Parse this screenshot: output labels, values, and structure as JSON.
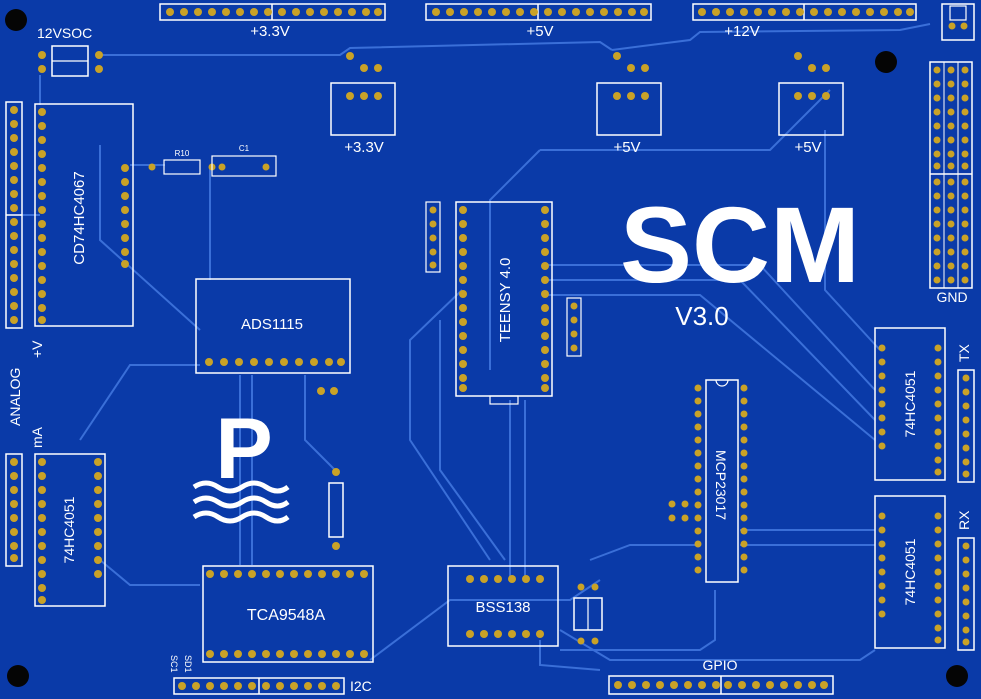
{
  "board": {
    "title": "SCM",
    "version": "V3.0",
    "colors": {
      "board": "#0a3aa8",
      "trace": "#3a6fd8",
      "silk": "#ffffff",
      "pad": "#c9a227",
      "hole": "#1c1c1c"
    }
  },
  "header_labels": {
    "v33_top": "+3.3V",
    "v5_top": "+5V",
    "v12_top": "+12V",
    "socket": "12VSOC"
  },
  "regulator_labels": {
    "reg1": "+3.3V",
    "reg2": "+5V",
    "reg3": "+5V"
  },
  "side_labels": {
    "plus_v": "+V",
    "analog": "ANALOG",
    "ma": "mA",
    "gnd": "GND",
    "tx": "TX",
    "rx": "RX",
    "gpio": "GPIO",
    "i2c": "I2C",
    "sd1": "SD1",
    "sc1": "SC1"
  },
  "components": {
    "mux": "CD74HC4067",
    "adc": "ADS1115",
    "mcu": "TEENSY 4.0",
    "i2c_mux": "TCA9548A",
    "level": "BSS138",
    "expander": "MCP23017",
    "mux_ma": "74HC4051",
    "mux_tx": "74HC4051",
    "mux_rx": "74HC4051",
    "r10": "R10",
    "c1": "C1"
  },
  "logo": {
    "letter": "P"
  }
}
